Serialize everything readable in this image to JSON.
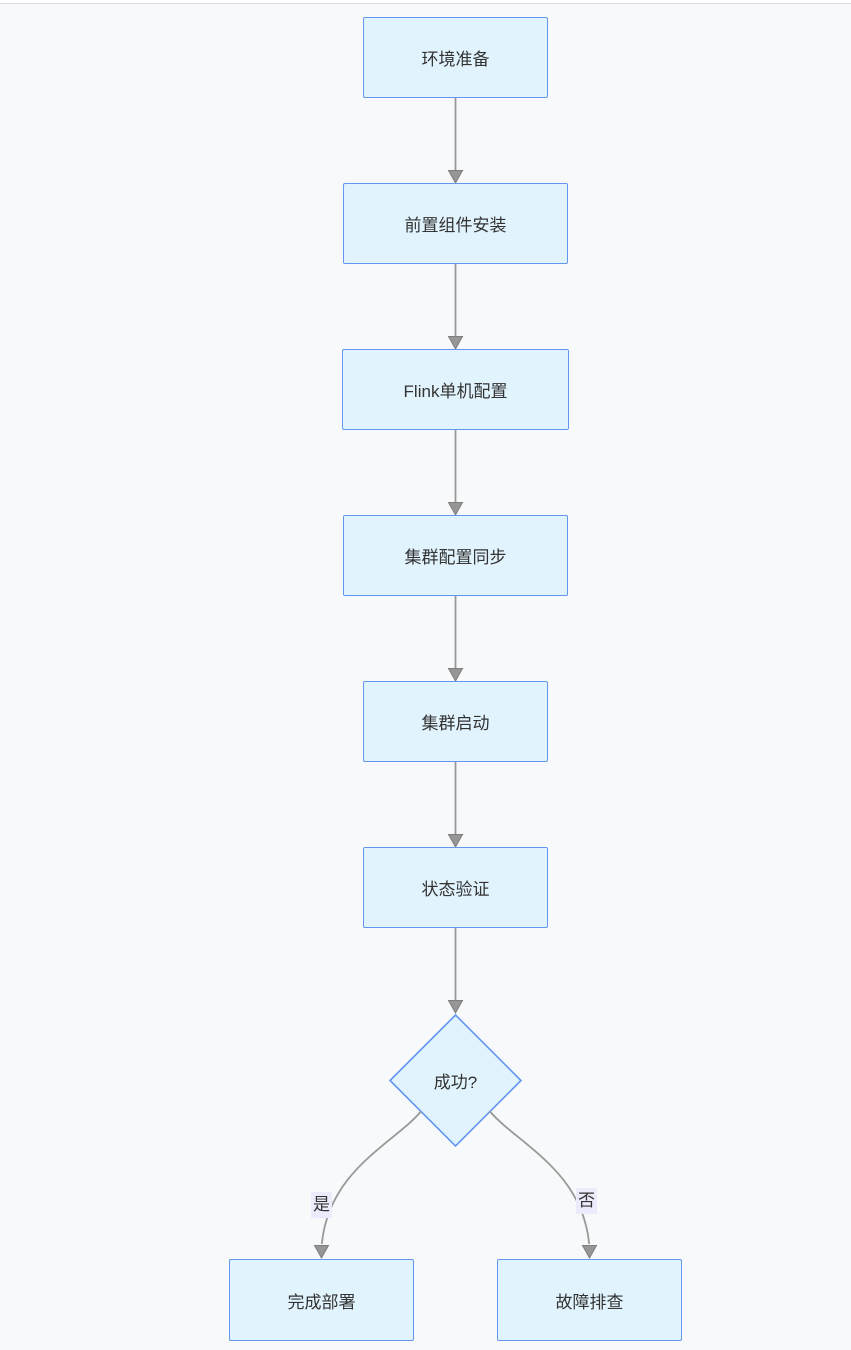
{
  "page": {
    "background_color": "#f8f9fa",
    "top_strip_color": "#ffffff",
    "top_strip_border_color": "#dadce0"
  },
  "flowchart": {
    "type": "flowchart",
    "direction": "top-down",
    "nodes": [
      {
        "id": "env-prep",
        "label": "环境准备",
        "shape": "rect"
      },
      {
        "id": "pre-components-install",
        "label": "前置组件安装",
        "shape": "rect"
      },
      {
        "id": "flink-standalone-config",
        "label": "Flink单机配置",
        "shape": "rect"
      },
      {
        "id": "cluster-config-sync",
        "label": "集群配置同步",
        "shape": "rect"
      },
      {
        "id": "cluster-start",
        "label": "集群启动",
        "shape": "rect"
      },
      {
        "id": "status-verify",
        "label": "状态验证",
        "shape": "rect"
      },
      {
        "id": "success-decision",
        "label": "成功?",
        "shape": "diamond"
      },
      {
        "id": "deploy-complete",
        "label": "完成部署",
        "shape": "rect"
      },
      {
        "id": "troubleshoot",
        "label": "故障排查",
        "shape": "rect"
      }
    ],
    "edges": [
      {
        "from": "env-prep",
        "to": "pre-components-install",
        "label": ""
      },
      {
        "from": "pre-components-install",
        "to": "flink-standalone-config",
        "label": ""
      },
      {
        "from": "flink-standalone-config",
        "to": "cluster-config-sync",
        "label": ""
      },
      {
        "from": "cluster-config-sync",
        "to": "cluster-start",
        "label": ""
      },
      {
        "from": "cluster-start",
        "to": "status-verify",
        "label": ""
      },
      {
        "from": "status-verify",
        "to": "success-decision",
        "label": ""
      },
      {
        "from": "success-decision",
        "to": "deploy-complete",
        "label": "是"
      },
      {
        "from": "success-decision",
        "to": "troubleshoot",
        "label": "否"
      }
    ],
    "colors": {
      "node_fill": "#e1f3fd",
      "node_border": "#6396f1",
      "edge_line": "#999999",
      "arrowhead_fill": "#969696",
      "edge_label_background": "#ebebfc",
      "text": "#333333"
    }
  }
}
